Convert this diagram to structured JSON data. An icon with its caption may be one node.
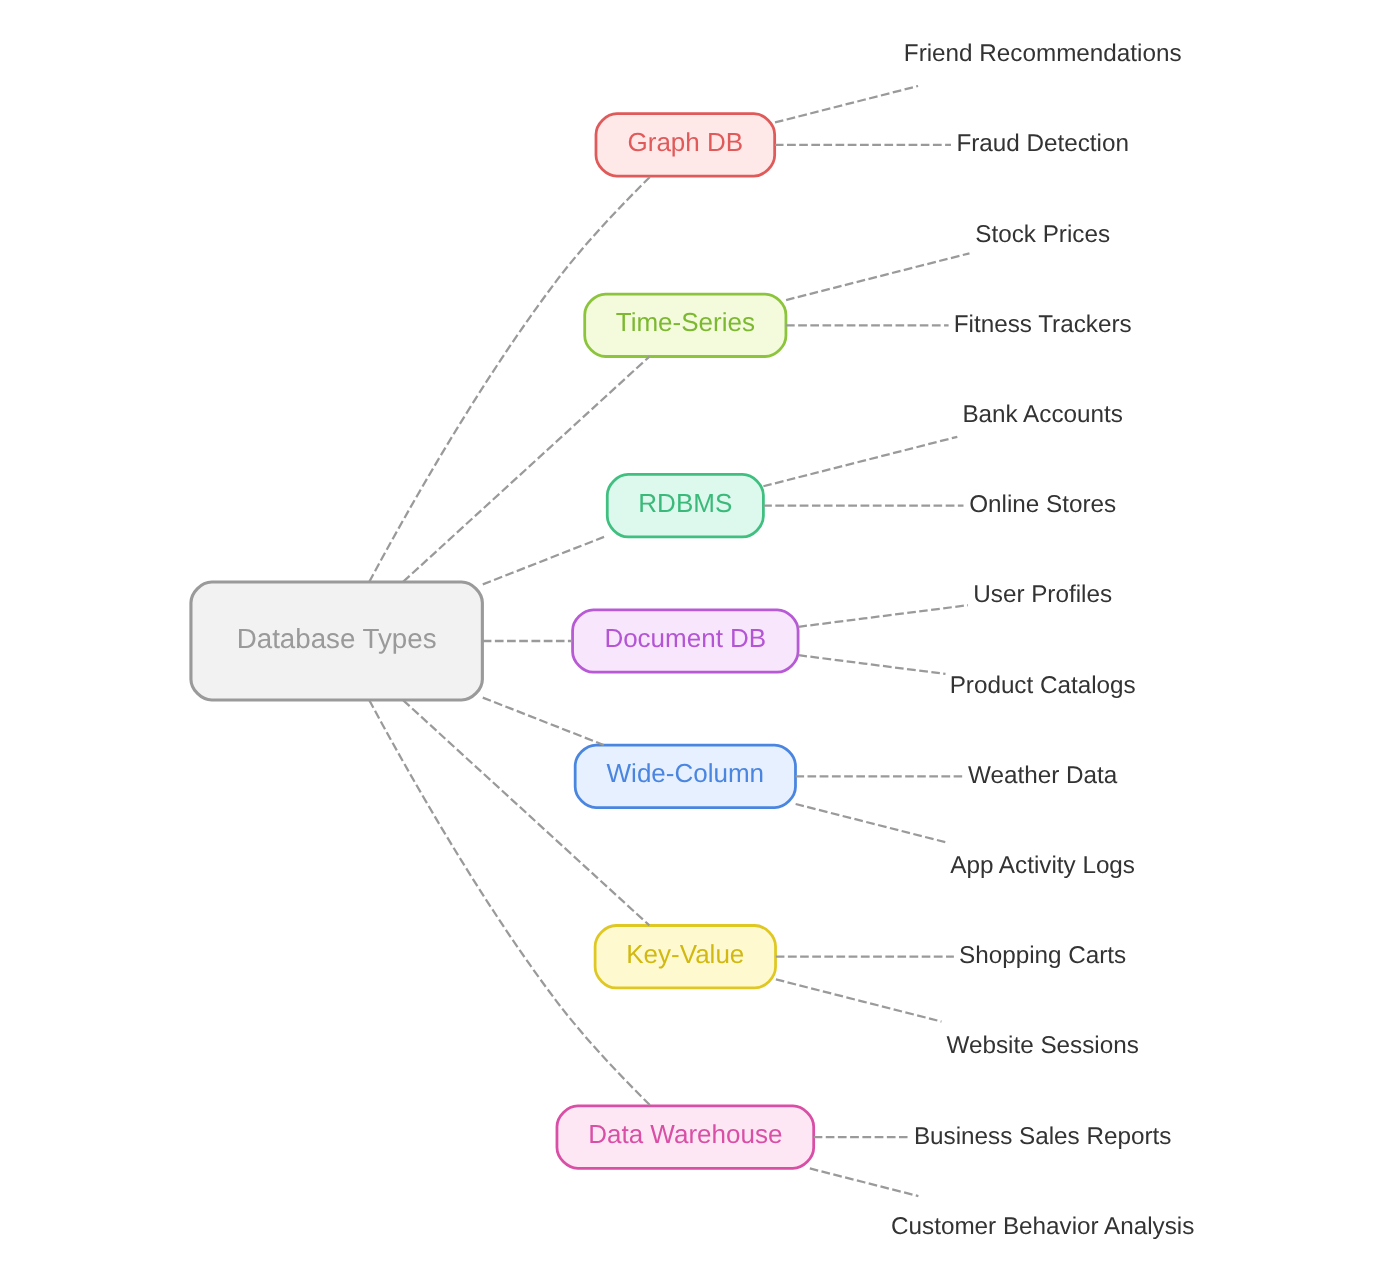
{
  "diagram": {
    "nodes": [
      {
        "text": [
          "Graph DB"
        ]
      },
      {
        "text": [
          "Time-Series"
        ]
      },
      {
        "text": [
          "Friend Recommendations"
        ]
      },
      {
        "text": [
          "Stock Prices"
        ]
      },
      {
        "text": [
          "Fraud Detection"
        ]
      },
      {
        "text": [
          "Fitness Trackers"
        ]
      },
      {
        "text": [
          "RDBMS"
        ]
      },
      {
        "text": [
          "Document DB"
        ]
      },
      {
        "text": [
          "Bank Accounts"
        ]
      },
      {
        "text": [
          "User Profiles"
        ]
      },
      {
        "text": [
          "Database Types"
        ]
      },
      {
        "text": [
          "Online Stores"
        ]
      },
      {
        "text": [
          "Product Catalogs"
        ]
      },
      {
        "text": [
          "Wide-Column"
        ]
      },
      {
        "text": [
          "Key-Value"
        ]
      },
      {
        "text": [
          "Weather Data"
        ]
      },
      {
        "text": [
          "Shopping Carts"
        ]
      },
      {
        "text": [
          "App Activity Logs"
        ]
      },
      {
        "text": [
          "Website Sessions"
        ]
      },
      {
        "text": [
          "Data Warehouse"
        ]
      },
      {
        "text": [
          "Business Sales Reports"
        ]
      },
      {
        "text": [
          "Customer Behavior Analysis"
        ]
      }
    ],
    "edges": [
      {
        "from": 10,
        "to": 0,
        "arrow": "none",
        "style": "dashed"
      },
      {
        "from": 0,
        "to": 2,
        "arrow": "none",
        "style": "dashed"
      },
      {
        "from": 0,
        "to": 4,
        "arrow": "none",
        "style": "dashed"
      },
      {
        "from": 10,
        "to": 1,
        "arrow": "none",
        "style": "dashed"
      },
      {
        "from": 1,
        "to": 3,
        "arrow": "none",
        "style": "dashed"
      },
      {
        "from": 1,
        "to": 5,
        "arrow": "none",
        "style": "dashed"
      },
      {
        "from": 10,
        "to": 6,
        "arrow": "none",
        "style": "dashed"
      },
      {
        "from": 6,
        "to": 8,
        "arrow": "none",
        "style": "dashed"
      },
      {
        "from": 6,
        "to": 11,
        "arrow": "none",
        "style": "dashed"
      },
      {
        "from": 10,
        "to": 7,
        "arrow": "none",
        "style": "dashed"
      },
      {
        "from": 7,
        "to": 9,
        "arrow": "none",
        "style": "dashed"
      },
      {
        "from": 7,
        "to": 12,
        "arrow": "none",
        "style": "dashed"
      },
      {
        "from": 10,
        "to": 13,
        "arrow": "none",
        "style": "dashed"
      },
      {
        "from": 13,
        "to": 15,
        "arrow": "none",
        "style": "dashed"
      },
      {
        "from": 13,
        "to": 17,
        "arrow": "none",
        "style": "dashed"
      },
      {
        "from": 10,
        "to": 14,
        "arrow": "none",
        "style": "dashed"
      },
      {
        "from": 14,
        "to": 16,
        "arrow": "none",
        "style": "dashed"
      },
      {
        "from": 14,
        "to": 18,
        "arrow": "none",
        "style": "dashed"
      },
      {
        "from": 10,
        "to": 19,
        "arrow": "none",
        "style": "dashed"
      },
      {
        "from": 19,
        "to": 20,
        "arrow": "none",
        "style": "dashed"
      },
      {
        "from": 19,
        "to": 21,
        "arrow": "none",
        "style": "dashed"
      }
    ]
  }
}
